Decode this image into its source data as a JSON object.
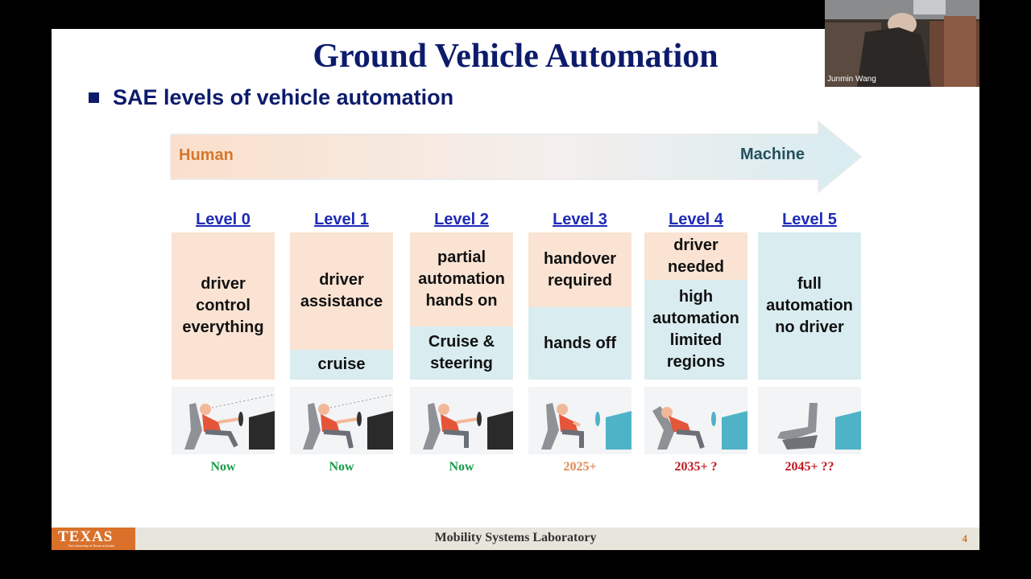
{
  "slide": {
    "title": "Ground Vehicle Automation",
    "bullet": "SAE levels of vehicle automation",
    "arrow": {
      "start_label": "Human",
      "end_label": "Machine"
    },
    "levels": [
      {
        "label": "Level 0",
        "segments": [
          {
            "text": "driver\ncontrol\neverything",
            "tone": "peach",
            "share": 1.0
          }
        ],
        "when": "Now",
        "when_color": "#1a9b4a"
      },
      {
        "label": "Level 1",
        "segments": [
          {
            "text": "driver\nassistance",
            "tone": "peach",
            "share": 0.8
          },
          {
            "text": "cruise",
            "tone": "blue",
            "share": 0.2
          }
        ],
        "when": "Now",
        "when_color": "#1a9b4a"
      },
      {
        "label": "Level 2",
        "segments": [
          {
            "text": "partial\nautomation\nhands on",
            "tone": "peach",
            "share": 0.64
          },
          {
            "text": "Cruise &\nsteering",
            "tone": "blue",
            "share": 0.36
          }
        ],
        "when": "Now",
        "when_color": "#1a9b4a"
      },
      {
        "label": "Level 3",
        "segments": [
          {
            "text": "handover\nrequired",
            "tone": "peach",
            "share": 0.51
          },
          {
            "text": "hands off",
            "tone": "blue",
            "share": 0.49
          }
        ],
        "when": "2025+",
        "when_color": "#e08a55"
      },
      {
        "label": "Level 4",
        "segments": [
          {
            "text": "driver\nneeded",
            "tone": "peach",
            "share": 0.32
          },
          {
            "text": "high\nautomation\nlimited\nregions",
            "tone": "blue",
            "share": 0.68
          }
        ],
        "when": "2035+ ?",
        "when_color": "#c0181e"
      },
      {
        "label": "Level 5",
        "segments": [
          {
            "text": "full\nautomation\nno driver",
            "tone": "blue",
            "share": 1.0
          }
        ],
        "when": "2045+ ??",
        "when_color": "#c0181e"
      }
    ],
    "footer": {
      "logo_text": "TEXAS",
      "logo_subtext": "The University of Texas at Austin",
      "lab_name": "Mobility Systems Laboratory",
      "page_number": "4"
    }
  },
  "video": {
    "participant_name": "Junmin Wang"
  }
}
